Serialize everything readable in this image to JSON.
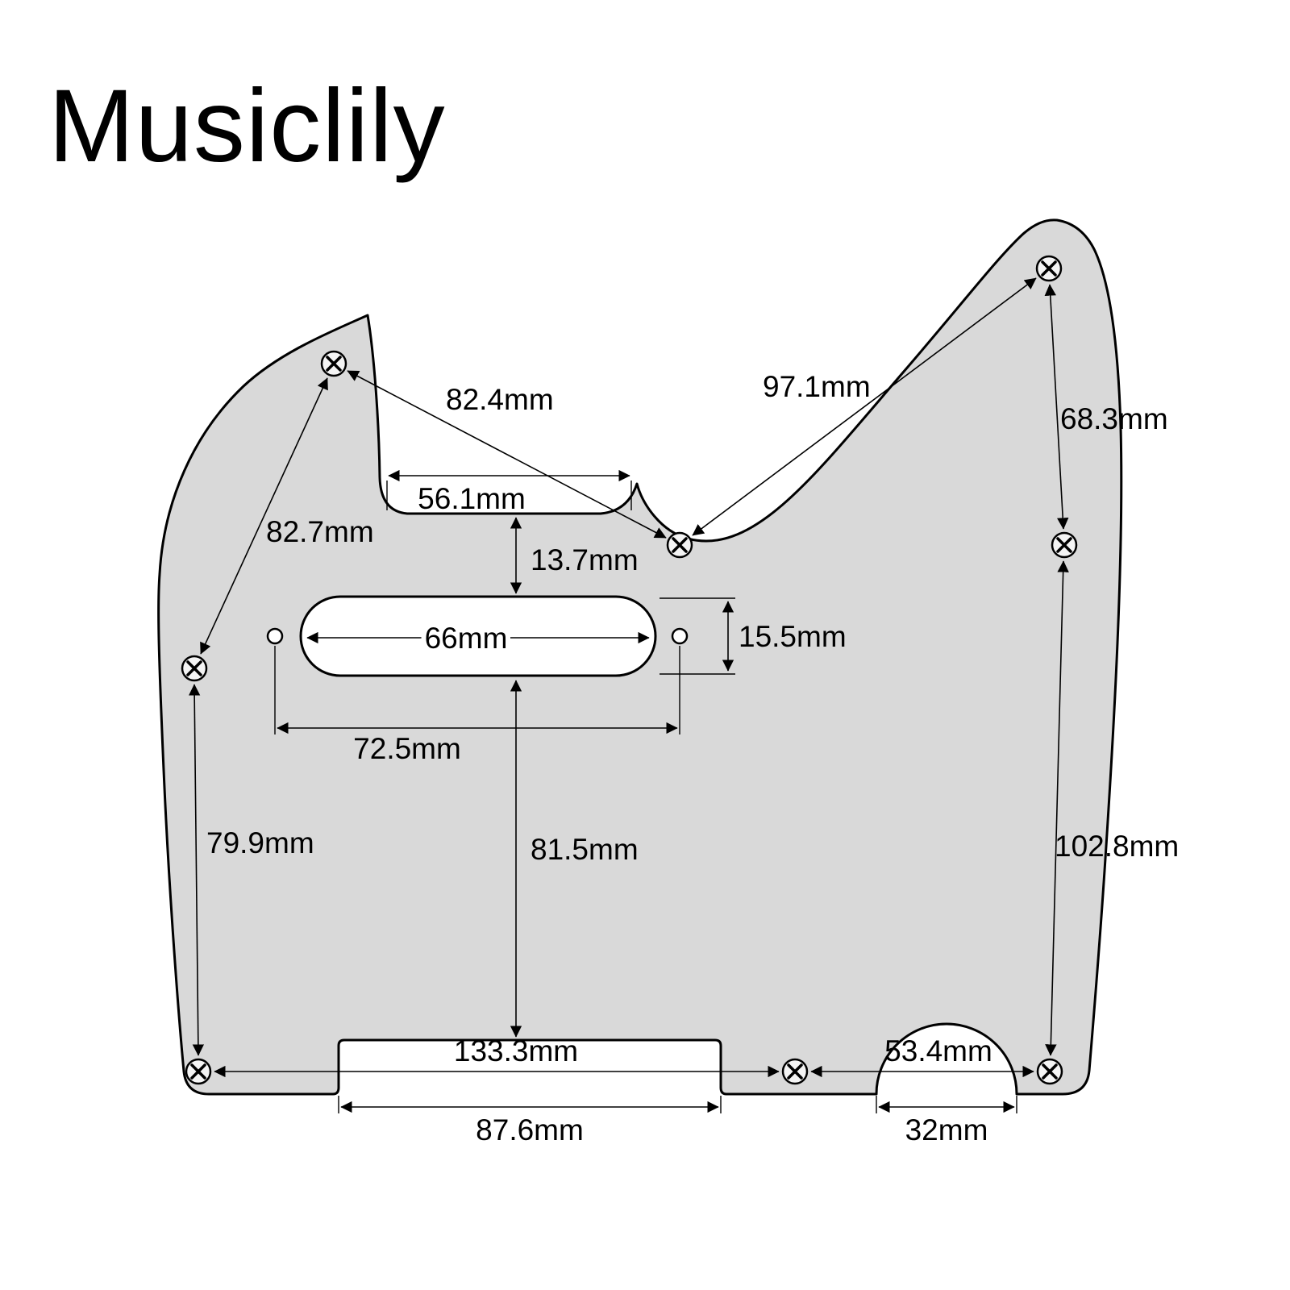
{
  "brand": "Musiclily",
  "colors": {
    "background": "#ffffff",
    "pickguard_fill": "#d9d9d9",
    "outline": "#000000",
    "text": "#000000"
  },
  "dims": {
    "screws_topleft_to_middle": "82.4mm",
    "screws_middle_to_topright": "97.1mm",
    "screws_topright_to_right": "68.3mm",
    "neck_notch_width": "56.1mm",
    "screws_topleft_to_left": "82.7mm",
    "notch_to_pickup_gap": "13.7mm",
    "pickup_cutout_length": "66mm",
    "pickup_cutout_width": "15.5mm",
    "pickup_screw_spacing": "72.5mm",
    "screws_left_to_bottomleft": "79.9mm",
    "pickup_to_bottom_edge": "81.5mm",
    "screws_right_to_bottomright": "102.8mm",
    "screws_bottomleft_to_bottommiddle": "133.3mm",
    "screws_bottommiddle_to_bottomright": "53.4mm",
    "bottom_notch_width": "87.6mm",
    "round_notch_width": "32mm"
  }
}
